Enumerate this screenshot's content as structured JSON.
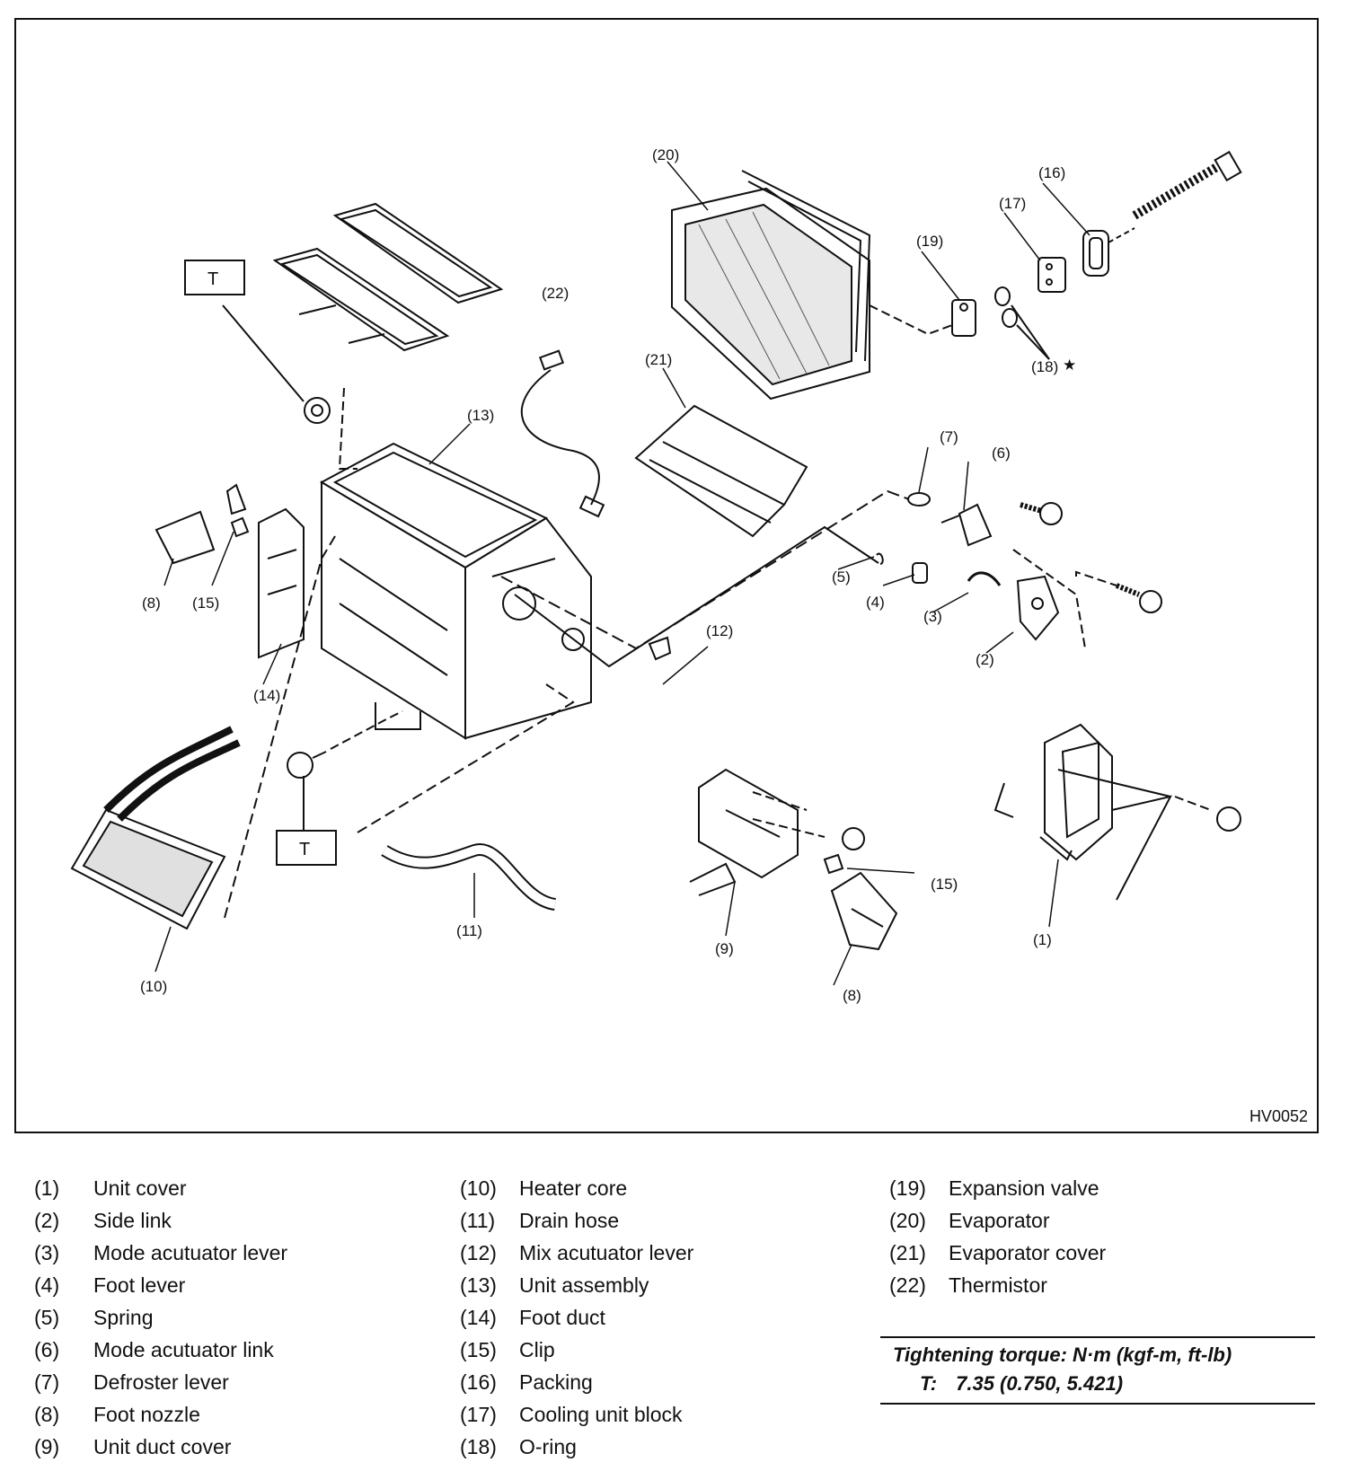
{
  "figure": {
    "code": "HV0052",
    "callouts": {
      "c1": "(1)",
      "c2": "(2)",
      "c3": "(3)",
      "c4": "(4)",
      "c5": "(5)",
      "c6": "(6)",
      "c7": "(7)",
      "c8a": "(8)",
      "c8b": "(8)",
      "c9": "(9)",
      "c10": "(10)",
      "c11": "(11)",
      "c12": "(12)",
      "c13": "(13)",
      "c14": "(14)",
      "c15a": "(15)",
      "c15b": "(15)",
      "c16": "(16)",
      "c17": "(17)",
      "c18": "(18)",
      "c18_star": "★",
      "c19": "(19)",
      "c20": "(20)",
      "c21": "(21)",
      "c22": "(22)"
    },
    "torque_box_1": "T",
    "torque_box_2": "T"
  },
  "parts": [
    {
      "num": "(1)",
      "name": "Unit cover"
    },
    {
      "num": "(2)",
      "name": "Side link"
    },
    {
      "num": "(3)",
      "name": "Mode acutuator lever"
    },
    {
      "num": "(4)",
      "name": "Foot lever"
    },
    {
      "num": "(5)",
      "name": "Spring"
    },
    {
      "num": "(6)",
      "name": "Mode acutuator link"
    },
    {
      "num": "(7)",
      "name": "Defroster lever"
    },
    {
      "num": "(8)",
      "name": "Foot nozzle"
    },
    {
      "num": "(9)",
      "name": "Unit duct cover"
    },
    {
      "num": "(10)",
      "name": "Heater core"
    },
    {
      "num": "(11)",
      "name": "Drain hose"
    },
    {
      "num": "(12)",
      "name": "Mix acutuator lever"
    },
    {
      "num": "(13)",
      "name": "Unit assembly"
    },
    {
      "num": "(14)",
      "name": "Foot duct"
    },
    {
      "num": "(15)",
      "name": "Clip"
    },
    {
      "num": "(16)",
      "name": "Packing"
    },
    {
      "num": "(17)",
      "name": "Cooling unit block"
    },
    {
      "num": "(18)",
      "name": "O-ring"
    },
    {
      "num": "(19)",
      "name": "Expansion valve"
    },
    {
      "num": "(20)",
      "name": "Evaporator"
    },
    {
      "num": "(21)",
      "name": "Evaporator cover"
    },
    {
      "num": "(22)",
      "name": "Thermistor"
    }
  ],
  "torque": {
    "title": "Tightening torque: N·m (kgf-m, ft-lb)",
    "label": "T:",
    "value": "7.35 (0.750, 5.421)"
  }
}
